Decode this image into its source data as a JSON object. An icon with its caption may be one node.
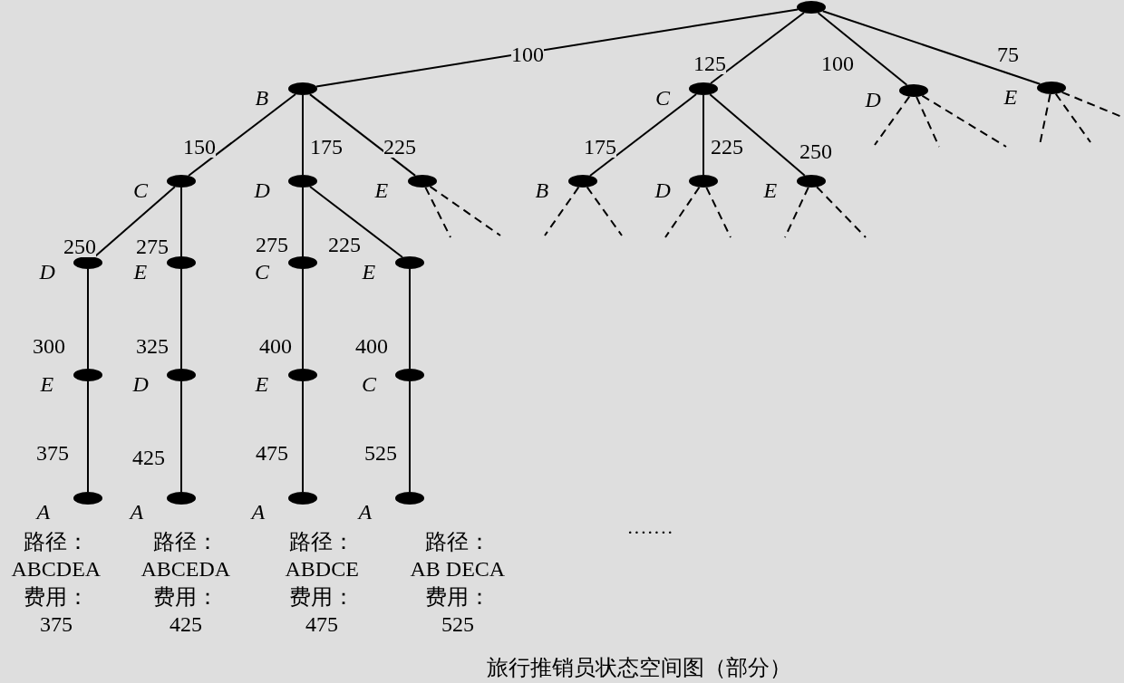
{
  "diagram": {
    "caption": "旅行推销员状态空间图（部分）",
    "nodes": [
      {
        "text": [],
        "shape": "ellipse"
      },
      {
        "text": [],
        "shape": "ellipse",
        "beside": [
          "B"
        ]
      },
      {
        "text": [],
        "shape": "ellipse",
        "beside": [
          "C"
        ]
      },
      {
        "text": [],
        "shape": "ellipse",
        "beside": [
          "D"
        ]
      },
      {
        "text": [],
        "shape": "ellipse",
        "beside": [
          "E"
        ]
      },
      {
        "text": [],
        "shape": "ellipse",
        "beside": [
          "C"
        ]
      },
      {
        "text": [],
        "shape": "ellipse",
        "beside": [
          "D"
        ]
      },
      {
        "text": [],
        "shape": "ellipse",
        "beside": [
          "E"
        ]
      },
      {
        "text": [],
        "shape": "ellipse",
        "beside": [
          "B"
        ]
      },
      {
        "text": [],
        "shape": "ellipse",
        "beside": [
          "D"
        ]
      },
      {
        "text": [],
        "shape": "ellipse",
        "beside": [
          "E"
        ]
      },
      {
        "text": [],
        "shape": "ellipse",
        "beside": [
          "D"
        ]
      },
      {
        "text": [],
        "shape": "ellipse",
        "beside": [
          "E"
        ]
      },
      {
        "text": [],
        "shape": "ellipse",
        "beside": [
          "C"
        ]
      },
      {
        "text": [],
        "shape": "ellipse",
        "beside": [
          "E"
        ]
      },
      {
        "text": [],
        "shape": "ellipse",
        "beside": [
          "E"
        ]
      },
      {
        "text": [],
        "shape": "ellipse",
        "beside": [
          "D"
        ]
      },
      {
        "text": [],
        "shape": "ellipse",
        "beside": [
          "E"
        ]
      },
      {
        "text": [],
        "shape": "ellipse",
        "beside": [
          "C"
        ]
      },
      {
        "text": [],
        "shape": "ellipse",
        "beside": [
          "A",
          "路径：",
          "ABCDEA",
          "费用：",
          "375"
        ]
      },
      {
        "text": [],
        "shape": "ellipse",
        "beside": [
          "A",
          "路径：",
          "ABCEDA",
          "费用：",
          "425"
        ]
      },
      {
        "text": [],
        "shape": "ellipse",
        "beside": [
          "A",
          "路径：",
          "ABDCE",
          "费用：",
          "475"
        ]
      },
      {
        "text": [],
        "shape": "ellipse",
        "beside": [
          "A",
          "路径：",
          "AB DECA",
          "费用：",
          "525"
        ]
      }
    ],
    "edges": [
      {
        "from": 0,
        "to": 1,
        "arrow": "none",
        "label": "100"
      },
      {
        "from": 0,
        "to": 2,
        "arrow": "none",
        "label": "125"
      },
      {
        "from": 0,
        "to": 3,
        "arrow": "none",
        "label": "100"
      },
      {
        "from": 0,
        "to": 4,
        "arrow": "none",
        "label": "75"
      },
      {
        "from": 1,
        "to": 5,
        "arrow": "none",
        "label": "150"
      },
      {
        "from": 1,
        "to": 6,
        "arrow": "none",
        "label": "175"
      },
      {
        "from": 1,
        "to": 7,
        "arrow": "none",
        "label": "225"
      },
      {
        "from": 2,
        "to": 8,
        "arrow": "none",
        "label": "175"
      },
      {
        "from": 2,
        "to": 9,
        "arrow": "none",
        "label": "225"
      },
      {
        "from": 2,
        "to": 10,
        "arrow": "none",
        "label": "250"
      },
      {
        "from": 5,
        "to": 11,
        "arrow": "none",
        "label": "250"
      },
      {
        "from": 5,
        "to": 12,
        "arrow": "none",
        "label": "275"
      },
      {
        "from": 6,
        "to": 13,
        "arrow": "none",
        "label": "275"
      },
      {
        "from": 6,
        "to": 14,
        "arrow": "none",
        "label": "225"
      },
      {
        "from": 11,
        "to": 15,
        "arrow": "none",
        "label": "300"
      },
      {
        "from": 12,
        "to": 16,
        "arrow": "none",
        "label": "325"
      },
      {
        "from": 13,
        "to": 17,
        "arrow": "none",
        "label": "400"
      },
      {
        "from": 14,
        "to": 18,
        "arrow": "none",
        "label": "400"
      },
      {
        "from": 15,
        "to": 19,
        "arrow": "none",
        "label": "375"
      },
      {
        "from": 16,
        "to": 20,
        "arrow": "none",
        "label": "425"
      },
      {
        "from": 17,
        "to": 21,
        "arrow": "none",
        "label": "475"
      },
      {
        "from": 18,
        "to": 22,
        "arrow": "none",
        "label": "525"
      },
      {
        "from": 3,
        "to": null,
        "arrow": "none",
        "style": "dashed"
      },
      {
        "from": 3,
        "to": null,
        "arrow": "none",
        "style": "dashed"
      },
      {
        "from": 3,
        "to": null,
        "arrow": "none",
        "style": "dashed"
      },
      {
        "from": 4,
        "to": null,
        "arrow": "none",
        "style": "dashed"
      },
      {
        "from": 4,
        "to": null,
        "arrow": "none",
        "style": "dashed"
      },
      {
        "from": 4,
        "to": null,
        "arrow": "none",
        "style": "dashed"
      },
      {
        "from": 7,
        "to": null,
        "arrow": "none",
        "style": "dashed"
      },
      {
        "from": 7,
        "to": null,
        "arrow": "none",
        "style": "dashed"
      },
      {
        "from": 8,
        "to": null,
        "arrow": "none",
        "style": "dashed"
      },
      {
        "from": 8,
        "to": null,
        "arrow": "none",
        "style": "dashed"
      },
      {
        "from": 9,
        "to": null,
        "arrow": "none",
        "style": "dashed"
      },
      {
        "from": 9,
        "to": null,
        "arrow": "none",
        "style": "dashed"
      },
      {
        "from": 10,
        "to": null,
        "arrow": "none",
        "style": "dashed"
      },
      {
        "from": 10,
        "to": null,
        "arrow": "none",
        "style": "dashed"
      }
    ],
    "labels": [
      "·······"
    ]
  }
}
